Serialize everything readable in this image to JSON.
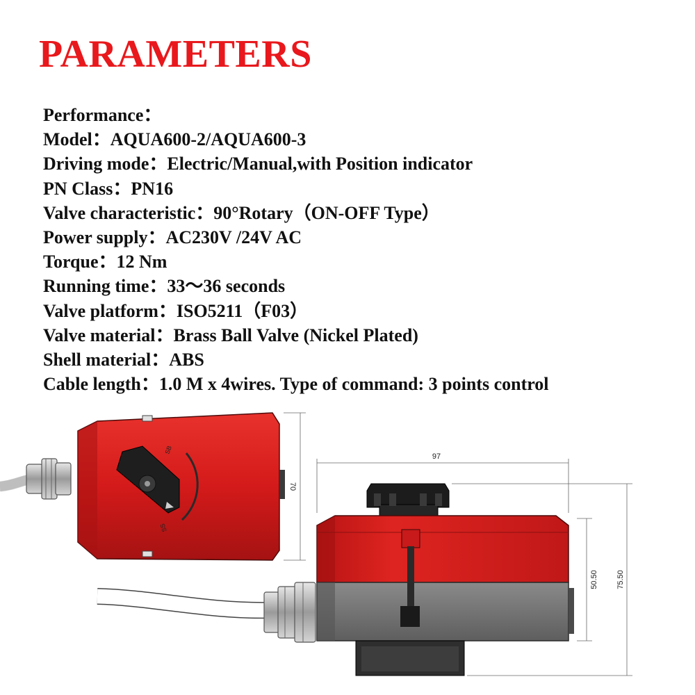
{
  "title": "PARAMETERS",
  "parameters": [
    {
      "label": "Performance：",
      "value": ""
    },
    {
      "label": "Model：",
      "value": "AQUA600-2/AQUA600-3"
    },
    {
      "label": "Driving mode：",
      "value": "Electric/Manual,with Position indicator"
    },
    {
      "label": "PN Class：",
      "value": "PN16"
    },
    {
      "label": "Valve characteristic：",
      "value": "90°Rotary（ON-OFF Type）"
    },
    {
      "label": "Power supply：",
      "value": "AC230V /24V AC"
    },
    {
      "label": "Torque：",
      "value": "12 Nm"
    },
    {
      "label": "Running time：",
      "value": "33～36 seconds"
    },
    {
      "label": "Valve platform：",
      "value": "ISO5211（F03）"
    },
    {
      "label": "Valve material：",
      "value": "Brass Ball Valve (Nickel Plated)"
    },
    {
      "label": "Shell material：",
      "value": "ABS"
    },
    {
      "label": "Cable length：",
      "value": "1.0 M x 4wires. Type of command: 3 points control"
    }
  ],
  "drawing": {
    "dim_width": "97",
    "dim_height_total": "75.50",
    "dim_height_body": "50.50",
    "dim_top_height": "70",
    "dial_label_top": "SB",
    "dial_label_bottom": "SS"
  },
  "colors": {
    "title": "#e8181c",
    "actuator_red": "#d41a1a",
    "actuator_grey": "#7d7d7d"
  }
}
